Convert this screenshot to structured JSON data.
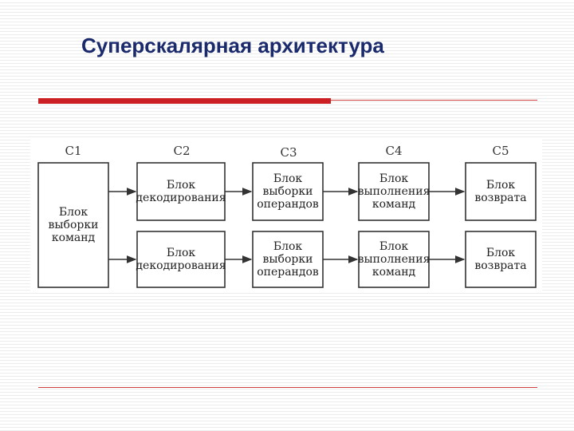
{
  "slide": {
    "title": "Суперскалярная архитектура"
  },
  "colors": {
    "title": "#1a2a6c",
    "accent_bar": "#cc1f24",
    "rule": "#d04040"
  },
  "diagram": {
    "stages": [
      "C1",
      "C2",
      "C3",
      "C4",
      "C5"
    ],
    "fetch_block": {
      "line1": "Блок",
      "line2": "выборки",
      "line3": "команд"
    },
    "pipelines": [
      {
        "decode": {
          "line1": "Блок",
          "line2": "декодирования"
        },
        "operands": {
          "line1": "Блок",
          "line2": "выборки",
          "line3": "операндов"
        },
        "execute": {
          "line1": "Блок",
          "line2": "выполнения",
          "line3": "команд"
        },
        "writeback": {
          "line1": "Блок",
          "line2": "возврата"
        }
      },
      {
        "decode": {
          "line1": "Блок",
          "line2": "декодирования"
        },
        "operands": {
          "line1": "Блок",
          "line2": "выборки",
          "line3": "операндов"
        },
        "execute": {
          "line1": "Блок",
          "line2": "выполнения",
          "line3": "команд"
        },
        "writeback": {
          "line1": "Блок",
          "line2": "возврата"
        }
      }
    ]
  }
}
